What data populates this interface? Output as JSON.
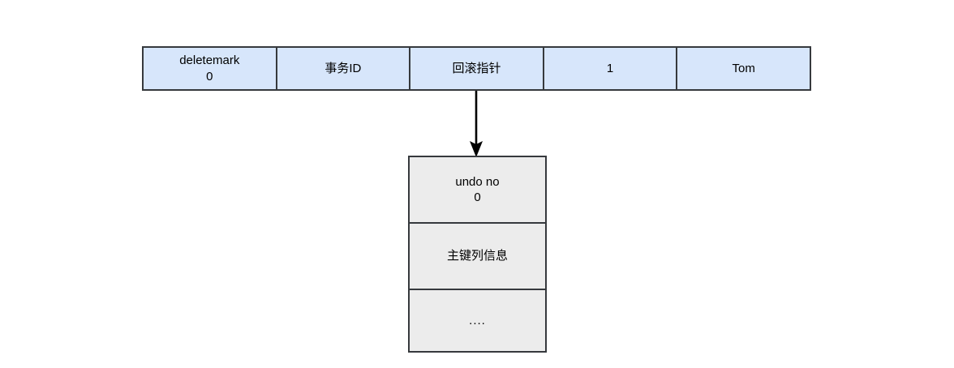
{
  "diagram": {
    "title": "undo record pointer diagram",
    "colors": {
      "record_fill": "#d7e6fb",
      "undo_fill": "#ececec",
      "stroke": "#36393d",
      "arrow": "#000000",
      "text": "#000000",
      "background": "#ffffff"
    },
    "record_row": {
      "name": "clustered-index-record",
      "cells": [
        {
          "id": "deletemark",
          "line1": "deletemark",
          "line2": "0"
        },
        {
          "id": "trx-id",
          "line1": "事务ID",
          "line2": ""
        },
        {
          "id": "roll-pointer",
          "line1": "回滚指针",
          "line2": ""
        },
        {
          "id": "col-id",
          "line1": "1",
          "line2": ""
        },
        {
          "id": "col-name",
          "line1": "Tom",
          "line2": ""
        }
      ]
    },
    "connector": {
      "id": "roll-pointer-to-undo",
      "label": "",
      "direction": "down",
      "arrowhead": "filled-triangle"
    },
    "undo_box": {
      "name": "undo-log-record",
      "rows": [
        {
          "id": "undo-no",
          "line1": "undo no",
          "line2": "0"
        },
        {
          "id": "primary-key-columns",
          "line1": "主键列信息",
          "line2": ""
        },
        {
          "id": "more",
          "line1": "....",
          "line2": ""
        }
      ]
    }
  }
}
